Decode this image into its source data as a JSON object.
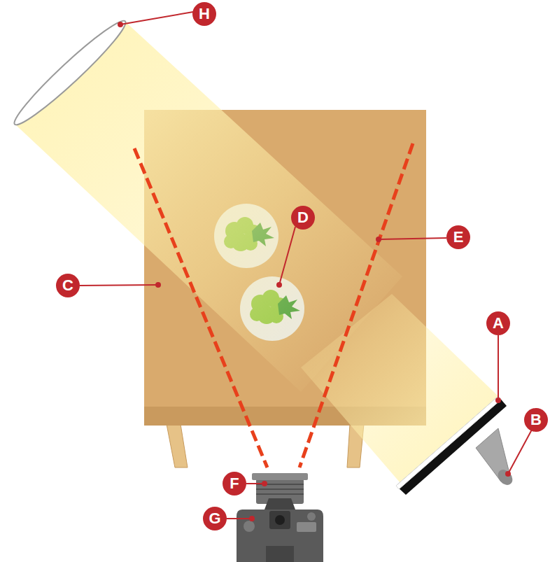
{
  "diagram": {
    "nodes": [
      {
        "text": [
          "H"
        ]
      },
      {
        "text": [
          "D"
        ]
      },
      {
        "text": [
          "E"
        ]
      },
      {
        "text": [
          "C"
        ]
      },
      {
        "text": [
          "A"
        ]
      },
      {
        "text": [
          "B"
        ]
      },
      {
        "text": [
          "F"
        ]
      },
      {
        "text": [
          "G"
        ]
      }
    ]
  }
}
